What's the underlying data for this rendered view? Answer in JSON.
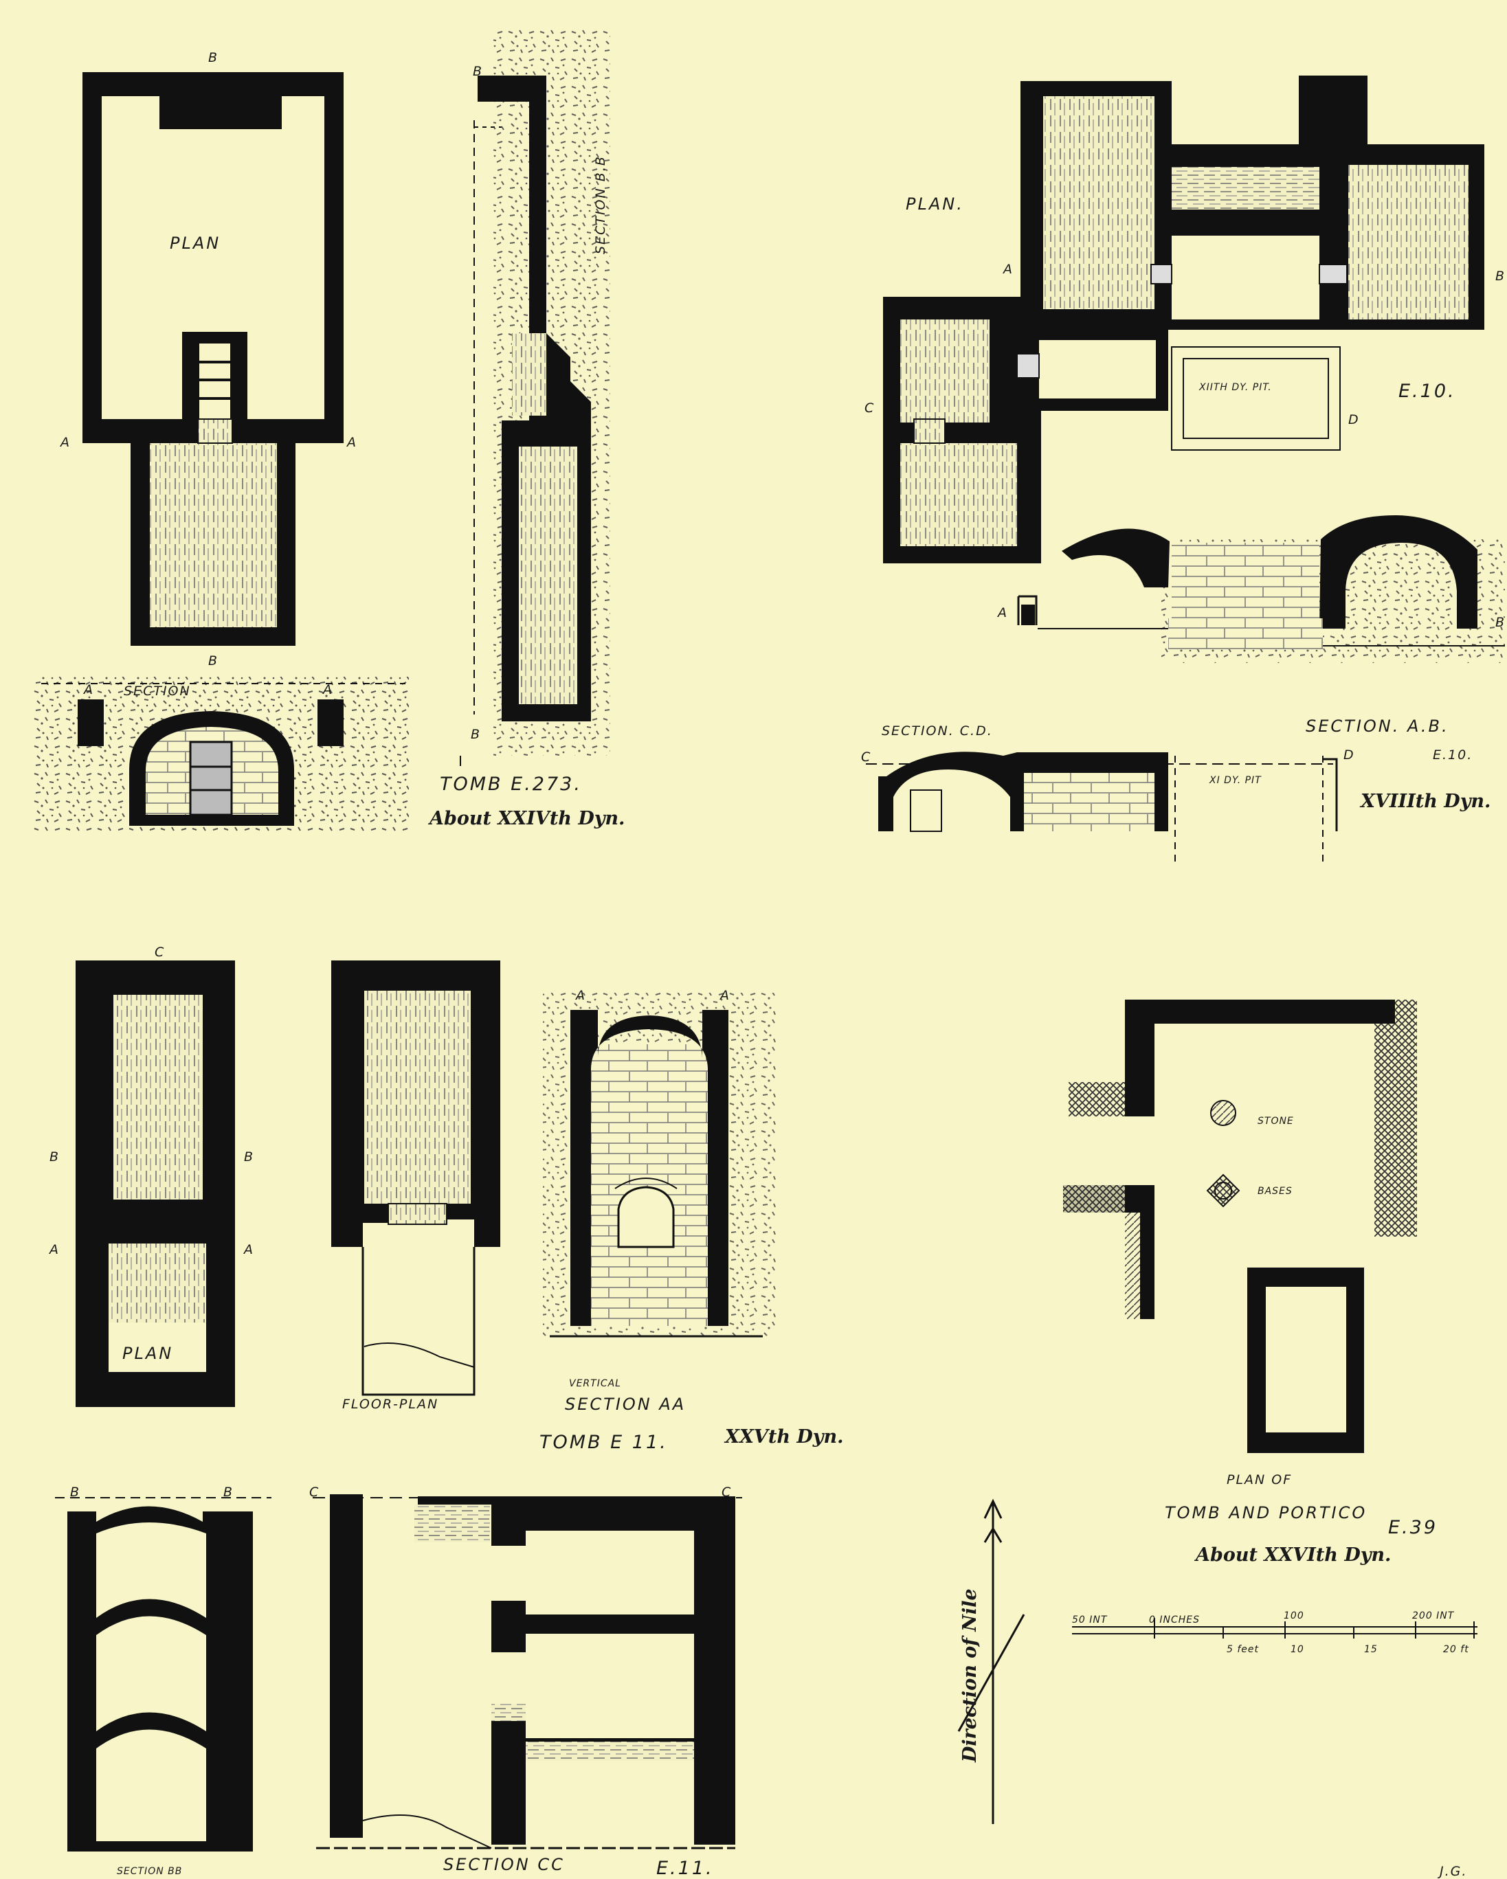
{
  "drawings": {
    "tomb_e273": {
      "plan_label": "PLAN",
      "section_label": "SECTION",
      "section_bb_label": "SECTION B.B",
      "marker_a": "A",
      "marker_b": "B",
      "caption_line1": "TOMB E.273.",
      "caption_line2": "About XXIVth Dyn."
    },
    "tomb_e10": {
      "plan_label": "PLAN.",
      "pit_label": "XIITH DY. PIT.",
      "id_label": "E.10.",
      "marker_a": "A",
      "marker_b": "B",
      "marker_c": "C",
      "marker_d": "D",
      "section_cd_label": "SECTION. C.D.",
      "section_ab_label": "SECTION. A.B.",
      "id_label_small": "E.10.",
      "pit_label_section": "XI     DY. PIT",
      "caption": "XVIIIth Dyn."
    },
    "tomb_e11": {
      "plan_label": "PLAN",
      "floor_plan_label": "FLOOR-PLAN",
      "vertical_label": "VERTICAL",
      "section_aa_label": "SECTION AA",
      "caption_tomb": "TOMB E 11.",
      "caption_dyn": "XXVth Dyn.",
      "section_bb_label": "SECTION BB",
      "section_cc_label": "SECTION CC",
      "id_label": "E.11.",
      "marker_a": "A",
      "marker_b": "B",
      "marker_c": "C"
    },
    "tomb_e39": {
      "stone_label": "STONE",
      "bases_label": "BASES",
      "caption_line1": "PLAN OF",
      "caption_line2": "TOMB AND PORTICO",
      "id_label": "E.39",
      "caption_line3": "About XXVIth Dyn."
    },
    "nile": {
      "label": "Direction of Nile"
    },
    "scale_bar": {
      "tick_top": [
        "50 INT",
        "0 INCHES",
        "100",
        "200 INT"
      ],
      "tick_bottom": [
        "5 feet",
        "10",
        "15",
        "20 ft"
      ]
    },
    "signature": "J.G."
  },
  "colors": {
    "paper": "#f8f5c8",
    "ink": "#111111",
    "hatch": "#555555"
  }
}
